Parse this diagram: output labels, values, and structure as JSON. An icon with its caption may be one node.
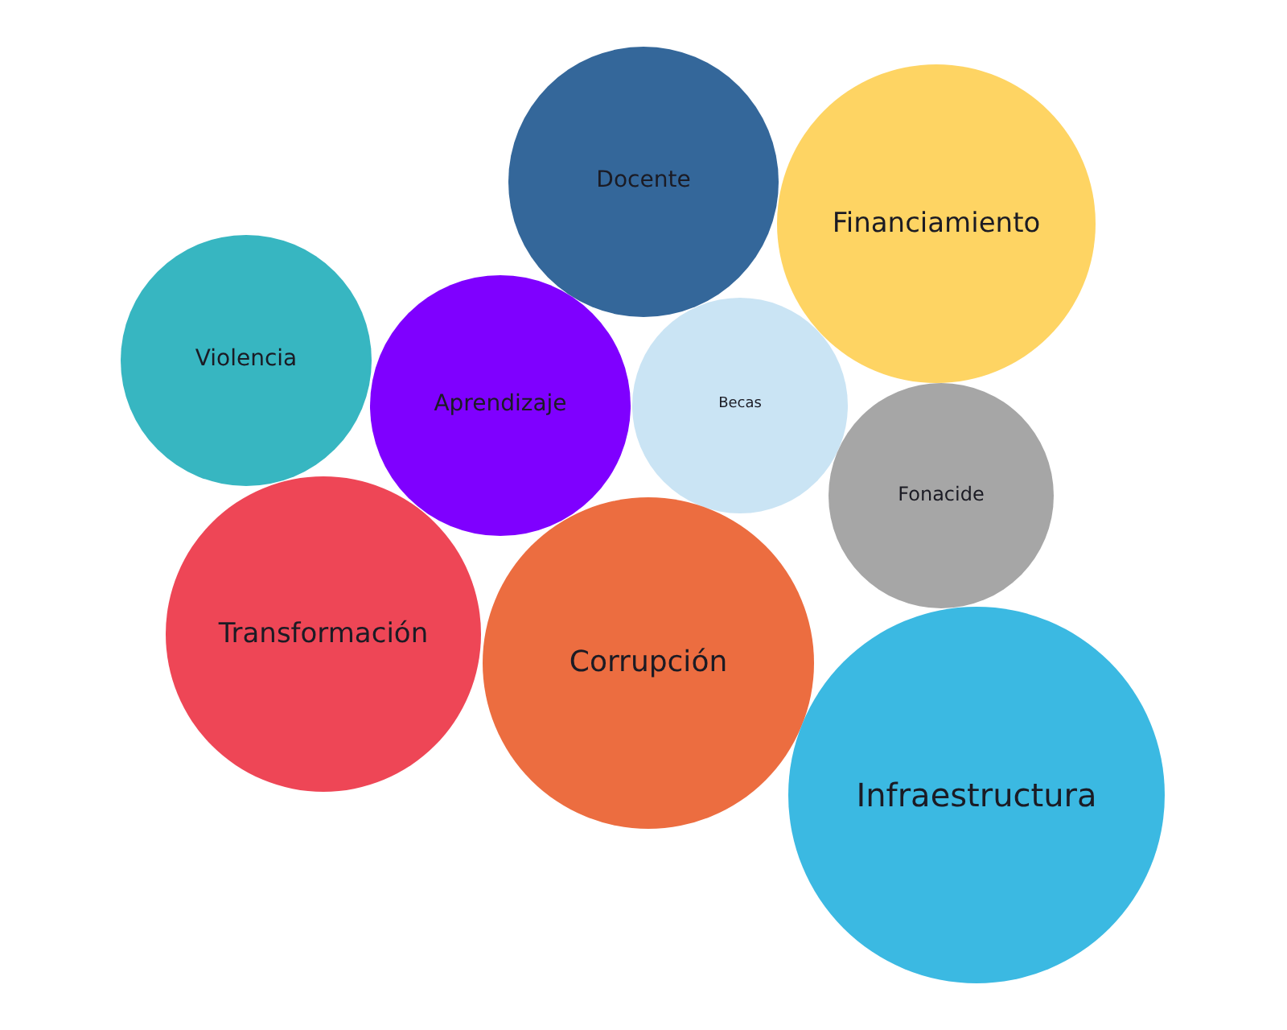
{
  "diagram": {
    "nodes": [
      {
        "text": [
          "Docente"
        ]
      },
      {
        "text": [
          "Financiamiento"
        ]
      },
      {
        "text": [
          "Violencia"
        ]
      },
      {
        "text": [
          "Aprendizaje"
        ]
      },
      {
        "text": [
          "Becas"
        ]
      },
      {
        "text": [
          "Fonacide"
        ]
      },
      {
        "text": [
          "Transformación"
        ]
      },
      {
        "text": [
          "Corrupción"
        ]
      },
      {
        "text": [
          "Infraestructura"
        ]
      }
    ]
  }
}
